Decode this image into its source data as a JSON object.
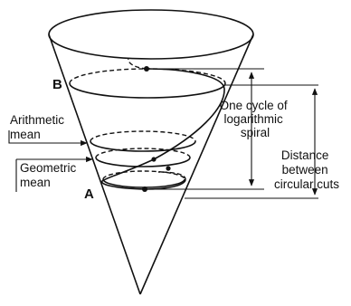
{
  "labels": {
    "point_b": "B",
    "point_a": "A",
    "arithmetic_mean": [
      "Arithmetic",
      "mean"
    ],
    "geometric_mean": [
      "Geometric",
      "mean"
    ],
    "spiral_cycle": [
      "One cycle of",
      "logarithmic",
      "spiral"
    ],
    "distance": [
      "Distance",
      "between",
      "circular cuts"
    ]
  }
}
